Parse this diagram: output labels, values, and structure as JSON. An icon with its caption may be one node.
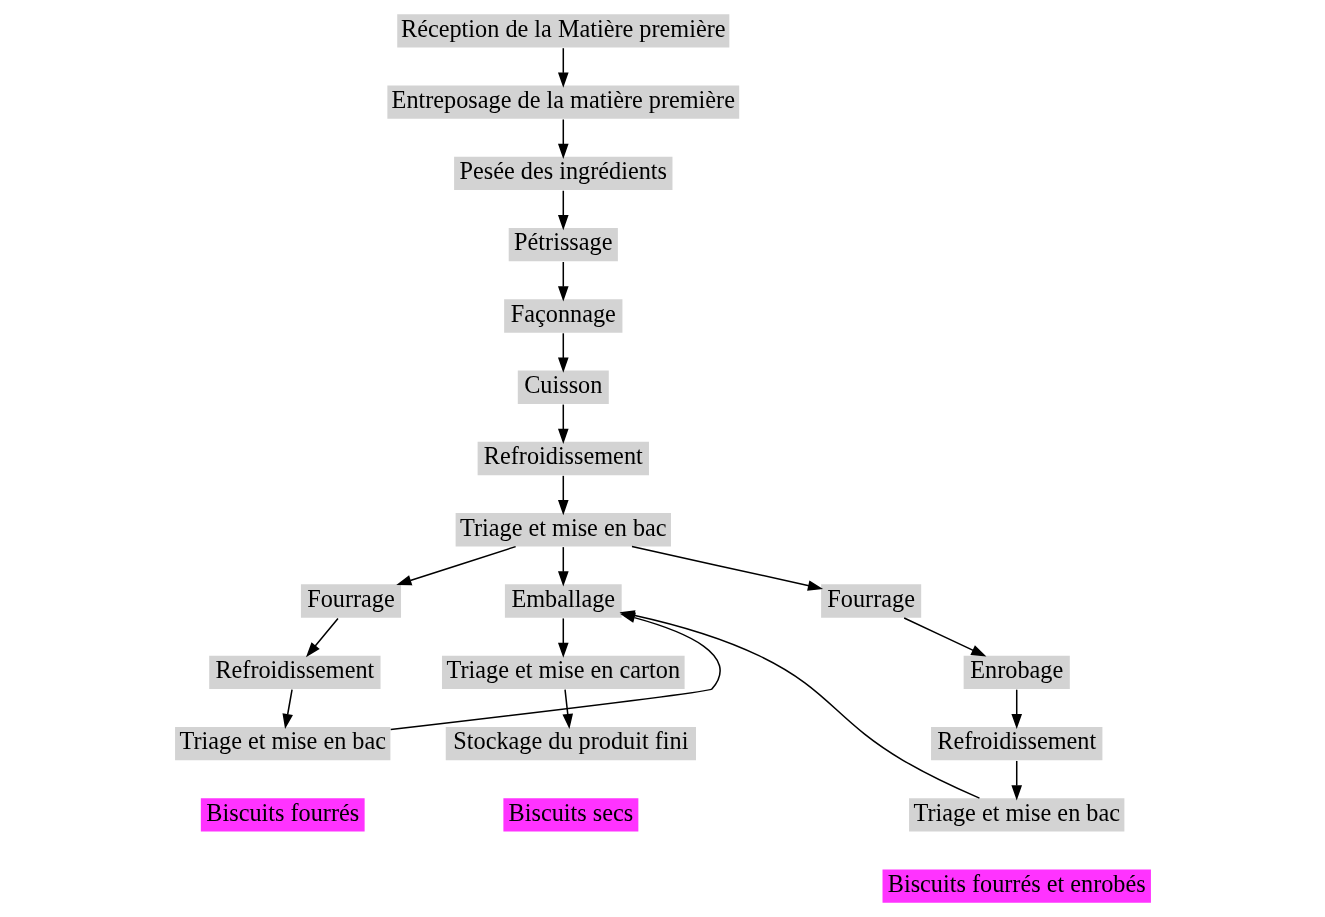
{
  "diagram": {
    "nodes": [
      {
        "text": [
          "Réception de la Matière première"
        ]
      },
      {
        "text": [
          "Entreposage de la matière première"
        ]
      },
      {
        "text": [
          "Pesée des ingrédients"
        ]
      },
      {
        "text": [
          "Pétrissage"
        ]
      },
      {
        "text": [
          "Façonnage"
        ]
      },
      {
        "text": [
          "Cuisson"
        ]
      },
      {
        "text": [
          "Refroidissement"
        ]
      },
      {
        "text": [
          "Triage et mise en bac"
        ]
      },
      {
        "text": [
          "Fourrage"
        ]
      },
      {
        "text": [
          "Emballage"
        ]
      },
      {
        "text": [
          "Fourrage"
        ]
      },
      {
        "text": [
          "Refroidissement"
        ]
      },
      {
        "text": [
          "Triage et mise en carton"
        ]
      },
      {
        "text": [
          "Enrobage"
        ]
      },
      {
        "text": [
          "Triage et mise en bac"
        ]
      },
      {
        "text": [
          "Stockage du produit fini"
        ]
      },
      {
        "text": [
          "Refroidissement"
        ]
      },
      {
        "text": [
          "Triage et mise en bac"
        ]
      },
      {
        "text": [
          "Biscuits fourrés"
        ]
      },
      {
        "text": [
          "Biscuits secs"
        ]
      },
      {
        "text": [
          "Biscuits fourrés et enrobés"
        ]
      }
    ],
    "edges": [
      {
        "from": 0,
        "to": 1,
        "arrow": "to"
      },
      {
        "from": 1,
        "to": 2,
        "arrow": "to"
      },
      {
        "from": 2,
        "to": 3,
        "arrow": "to"
      },
      {
        "from": 3,
        "to": 4,
        "arrow": "to"
      },
      {
        "from": 4,
        "to": 5,
        "arrow": "to"
      },
      {
        "from": 5,
        "to": 6,
        "arrow": "to"
      },
      {
        "from": 6,
        "to": 7,
        "arrow": "to"
      },
      {
        "from": 7,
        "to": 8,
        "arrow": "to"
      },
      {
        "from": 7,
        "to": 9,
        "arrow": "to"
      },
      {
        "from": 7,
        "to": 10,
        "arrow": "to"
      },
      {
        "from": 8,
        "to": 11,
        "arrow": "to"
      },
      {
        "from": 11,
        "to": 14,
        "arrow": "to"
      },
      {
        "from": 14,
        "to": 9,
        "arrow": "to"
      },
      {
        "from": 9,
        "to": 12,
        "arrow": "to"
      },
      {
        "from": 12,
        "to": 15,
        "arrow": "to"
      },
      {
        "from": 10,
        "to": 13,
        "arrow": "to"
      },
      {
        "from": 13,
        "to": 16,
        "arrow": "to"
      },
      {
        "from": 16,
        "to": 17,
        "arrow": "to"
      },
      {
        "from": 17,
        "to": 9,
        "arrow": "to"
      }
    ]
  }
}
